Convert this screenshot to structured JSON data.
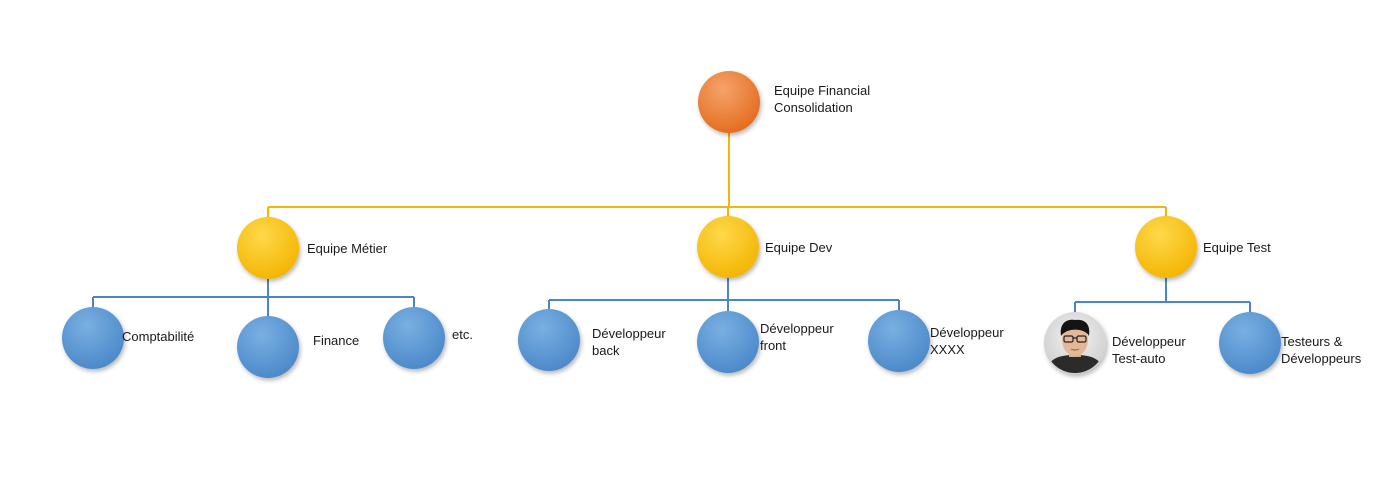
{
  "colors": {
    "root_connector": "#f2b705",
    "team_connector": "#4a86c5",
    "root_node": "#ee7a2e",
    "team_node": "#ffc000",
    "member_node": "#5b9bd5"
  },
  "root": {
    "label_lines": [
      "Equipe Financial",
      "Consolidation"
    ]
  },
  "teams": [
    {
      "label_lines": [
        "Equipe Métier"
      ],
      "members": [
        {
          "label_lines": [
            "Comptabilité"
          ]
        },
        {
          "label_lines": [
            "Finance"
          ]
        },
        {
          "label_lines": [
            "etc."
          ]
        }
      ]
    },
    {
      "label_lines": [
        "Equipe Dev"
      ],
      "members": [
        {
          "label_lines": [
            "Développeur",
            "back"
          ]
        },
        {
          "label_lines": [
            "Développeur",
            "front"
          ]
        },
        {
          "label_lines": [
            "Développeur",
            "XXXX"
          ]
        }
      ]
    },
    {
      "label_lines": [
        "Equipe Test"
      ],
      "members": [
        {
          "label_lines": [
            "Développeur",
            "Test-auto"
          ],
          "photo": true
        },
        {
          "label_lines": [
            "Testeurs &",
            "Développeurs"
          ]
        }
      ]
    }
  ]
}
